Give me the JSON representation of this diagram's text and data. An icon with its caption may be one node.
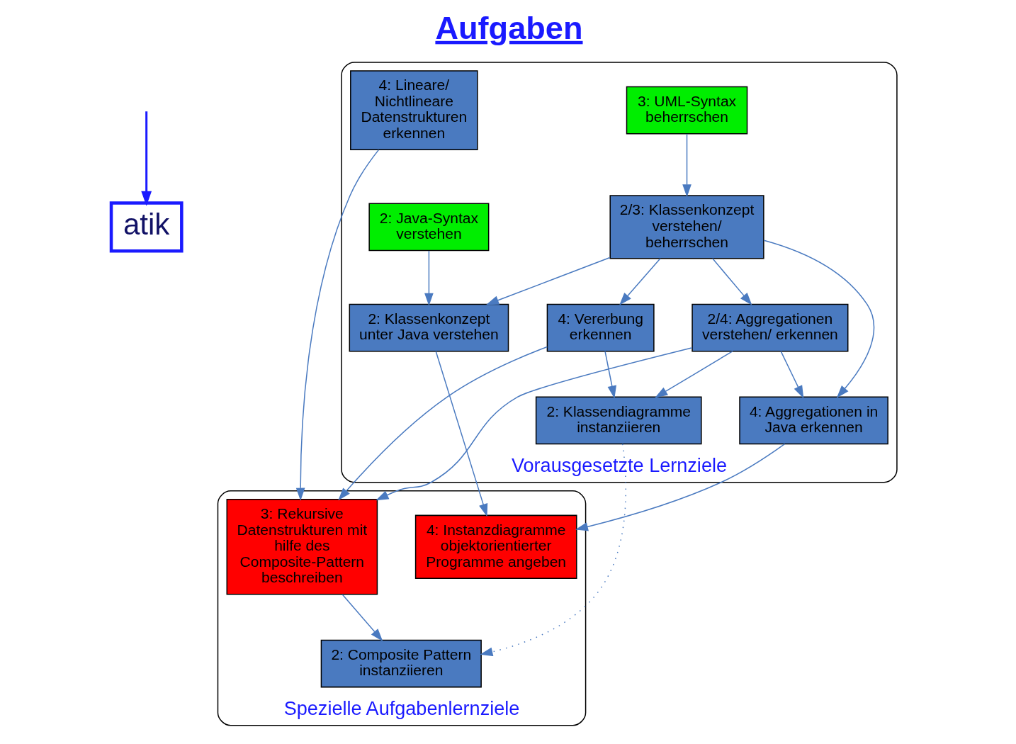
{
  "diagram": {
    "title": "Aufgaben",
    "nodes": [
      {
        "text": [
          "atik"
        ]
      },
      {
        "text": [
          "Vorausgesetzte Lernziele"
        ]
      },
      {
        "text": [
          "3: UML-Syntax beherrschen"
        ],
        "in": 1
      },
      {
        "text": [
          "2: Java-Syntax verstehen"
        ],
        "in": 1
      },
      {
        "text": [
          "2/3: Klassenkonzept verstehen/ beherrschen"
        ],
        "in": 1
      },
      {
        "text": [
          "2/4: Aggregationen verstehen/ erkennen"
        ],
        "in": 1
      },
      {
        "text": [
          "4: Lineare/ Nichtlineare Datenstrukturen erkennen"
        ],
        "in": 1
      },
      {
        "text": [
          "2: Klassenkonzept unter Java verstehen"
        ],
        "in": 1
      },
      {
        "text": [
          "4: Aggregationen in Java erkennen"
        ],
        "in": 1
      },
      {
        "text": [
          "2: Klassendiagramme instanziieren"
        ],
        "in": 1
      },
      {
        "text": [
          "4: Vererbung erkennen"
        ],
        "in": 1
      },
      {
        "text": [
          "Spezielle Aufgabenlernziele"
        ]
      },
      {
        "text": [
          "4: Instanzdiagramme objektorientierter Programme angeben"
        ],
        "in": 11
      },
      {
        "text": [
          "2: Composite Pattern instanziieren"
        ],
        "in": 11
      },
      {
        "text": [
          "3: Rekursive Datenstrukturen mit hilfe des Composite-Pattern beschreiben"
        ],
        "in": 11
      }
    ],
    "edges": [
      {
        "from": null,
        "to": 0,
        "arrow": "to",
        "color": "#1a1aff"
      },
      {
        "from": 2,
        "to": 4,
        "arrow": "to"
      },
      {
        "from": 3,
        "to": 7,
        "arrow": "to"
      },
      {
        "from": 4,
        "to": 7,
        "arrow": "to"
      },
      {
        "from": 4,
        "to": 8,
        "arrow": "to"
      },
      {
        "from": 4,
        "to": 5,
        "arrow": "to"
      },
      {
        "from": 4,
        "to": 10,
        "arrow": "to"
      },
      {
        "from": 5,
        "to": 8,
        "arrow": "to"
      },
      {
        "from": 5,
        "to": 9,
        "arrow": "to"
      },
      {
        "from": 5,
        "to": 14,
        "arrow": "to"
      },
      {
        "from": 10,
        "to": 9,
        "arrow": "to"
      },
      {
        "from": 10,
        "to": 14,
        "arrow": "to"
      },
      {
        "from": 6,
        "to": 14,
        "arrow": "to"
      },
      {
        "from": 7,
        "to": 12,
        "arrow": "to"
      },
      {
        "from": 8,
        "to": 12,
        "arrow": "to"
      },
      {
        "from": 9,
        "to": 13,
        "arrow": "to",
        "style": "dashed"
      },
      {
        "from": 14,
        "to": 13,
        "arrow": "to"
      }
    ]
  }
}
